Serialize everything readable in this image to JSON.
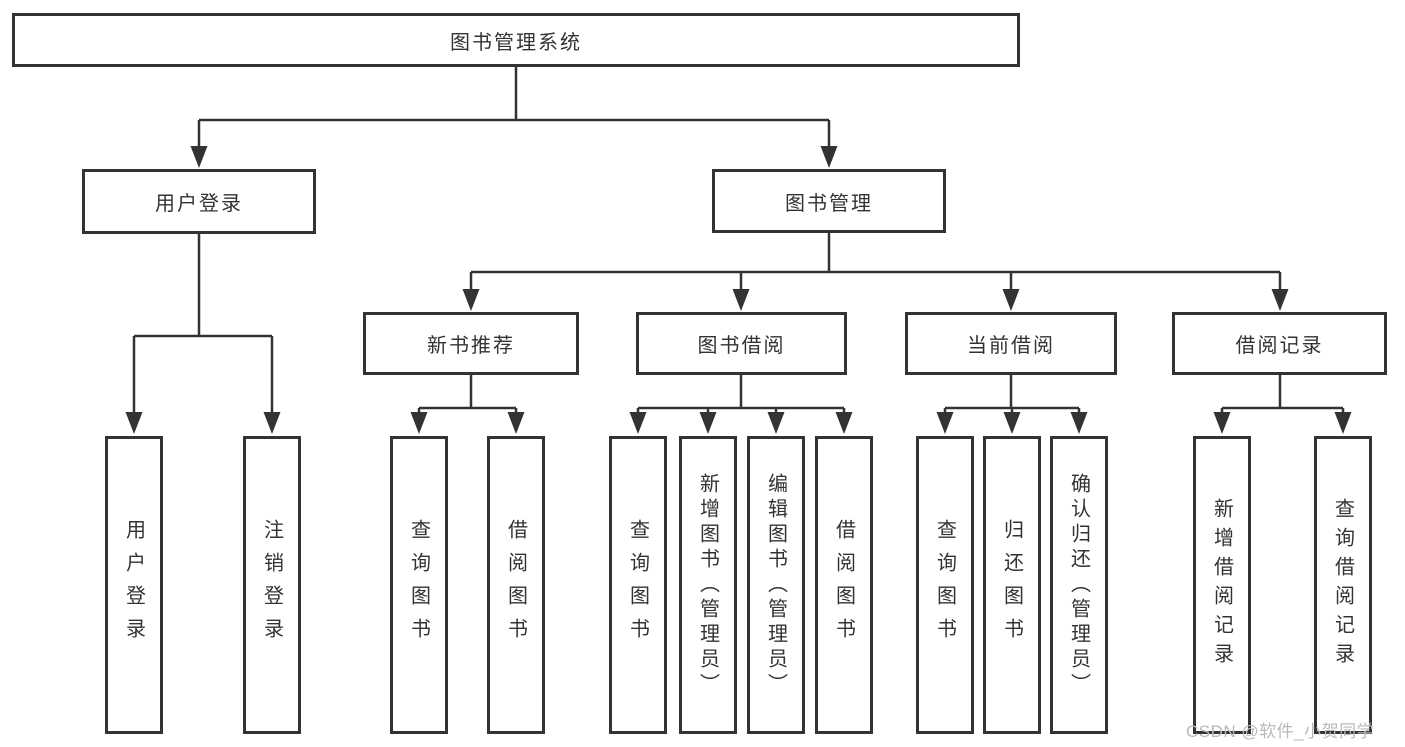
{
  "tree": {
    "label": "图书管理系统",
    "children": [
      {
        "label": "用户登录",
        "children": [
          {
            "label": "用户登录"
          },
          {
            "label": "注销登录"
          }
        ]
      },
      {
        "label": "图书管理",
        "children": [
          {
            "label": "新书推荐",
            "children": [
              {
                "label": "查询图书"
              },
              {
                "label": "借阅图书"
              }
            ]
          },
          {
            "label": "图书借阅",
            "children": [
              {
                "label": "查询图书"
              },
              {
                "label": "新增图书（管理员）"
              },
              {
                "label": "编辑图书（管理员）"
              },
              {
                "label": "借阅图书"
              }
            ]
          },
          {
            "label": "当前借阅",
            "children": [
              {
                "label": "查询图书"
              },
              {
                "label": "归还图书"
              },
              {
                "label": "确认归还（管理员）"
              }
            ]
          },
          {
            "label": "借阅记录",
            "children": [
              {
                "label": "新增借阅记录"
              },
              {
                "label": "查询借阅记录"
              }
            ]
          }
        ]
      }
    ]
  },
  "watermark": {
    "text": "CSDN @软件_小贺同学"
  },
  "colors": {
    "line": "#333333",
    "box_border": "#333333",
    "text": "#333333",
    "watermark": "#b9b9b9",
    "background": "#ffffff"
  }
}
